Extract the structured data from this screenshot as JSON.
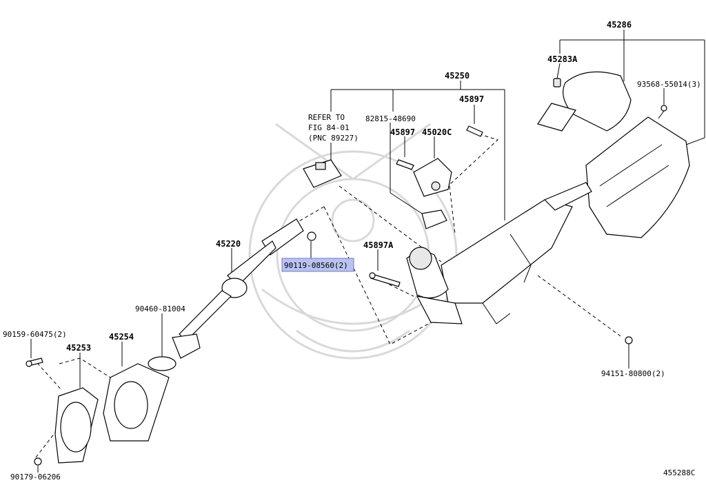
{
  "diagram": {
    "labels": {
      "p45286": "45286",
      "p45283A": "45283A",
      "p93568": "93568-55014(3)",
      "p45250": "45250",
      "p45897_top": "45897",
      "p82815": "82815-48690",
      "p45897_mid": "45897",
      "p45020C": "45020C",
      "refer_1": "REFER TO",
      "refer_2": "FIG 84-01",
      "refer_3": "(PNC 89227)",
      "p45220": "45220",
      "p90119": "90119-08560(2)",
      "p45897A": "45897A",
      "p90460": "90460-81004",
      "p90159": "90159-60475(2)",
      "p45253": "45253",
      "p45254": "45254",
      "p94151": "94151-80800(2)",
      "p90179": "90179-06206",
      "figure_code": "455288C"
    },
    "highlight_color": "#b9c4ee"
  }
}
